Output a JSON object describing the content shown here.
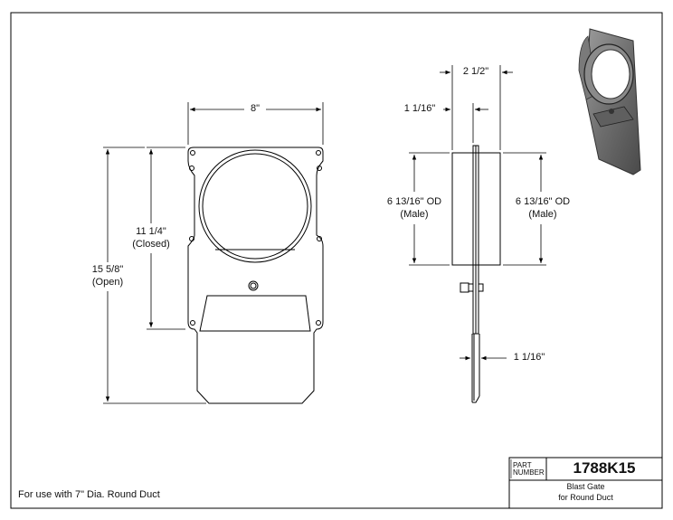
{
  "front_view": {
    "width_label": "8\"",
    "height_closed_label": "11 1/4\"",
    "height_closed_note": "(Closed)",
    "height_open_label": "15 5/8\"",
    "height_open_note": "(Open)"
  },
  "side_view": {
    "overall_width_label": "2 1/2\"",
    "flange_label": "1 1/16\"",
    "od_left_label": "6 13/16\" OD",
    "od_left_note": "(Male)",
    "od_right_label": "6 13/16\" OD",
    "od_right_note": "(Male)",
    "blade_label": "1 1/16\""
  },
  "footer": {
    "usage_note": "For use with 7\" Dia. Round Duct"
  },
  "title_block": {
    "part_label_line1": "PART",
    "part_label_line2": "NUMBER",
    "part_number": "1788K15",
    "description_line1": "Blast Gate",
    "description_line2": "for Round Duct"
  }
}
